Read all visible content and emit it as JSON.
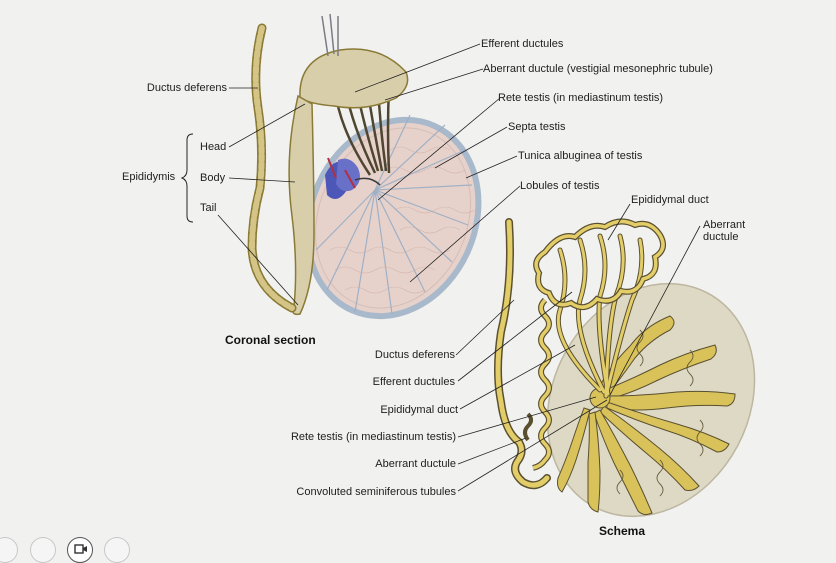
{
  "labels": {
    "ductus_deferens_top": "Ductus deferens",
    "head": "Head",
    "epididymis": "Epididymis",
    "body": "Body",
    "tail": "Tail",
    "efferent_ductules_top": "Efferent ductules",
    "aberrant_ductule_top": "Aberrant ductule (vestigial mesonephric tubule)",
    "rete_testis_top": "Rete testis (in mediastinum testis)",
    "septa_testis": "Septa testis",
    "tunica_albuginea": "Tunica albuginea of testis",
    "lobules_of_testis": "Lobules of testis",
    "epididymal_duct_top": "Epididymal duct",
    "aberrant": "Aberrant",
    "ductule": "ductule",
    "ductus_deferens_bottom": "Ductus deferens",
    "efferent_ductules_bottom": "Efferent ductules",
    "epididymal_duct_bottom": "Epididymal duct",
    "rete_testis_bottom": "Rete testis (in mediastinum testis)",
    "aberrant_ductule_bottom": "Aberrant ductule",
    "convoluted_tubules": "Convoluted seminiferous tubules"
  },
  "captions": {
    "coronal": "Coronal section",
    "schema": "Schema"
  },
  "colors": {
    "duct": "#d9c25a",
    "duct_dark": "#8a7a36",
    "testis_fill": "#e6cfc8",
    "albuginea": "#a9b9cc",
    "epididymis_fill": "#d8cfaa",
    "vessels_blue": "#4c57b8",
    "vessels_red": "#b23040",
    "schema_bg": "#ddd9c4"
  }
}
